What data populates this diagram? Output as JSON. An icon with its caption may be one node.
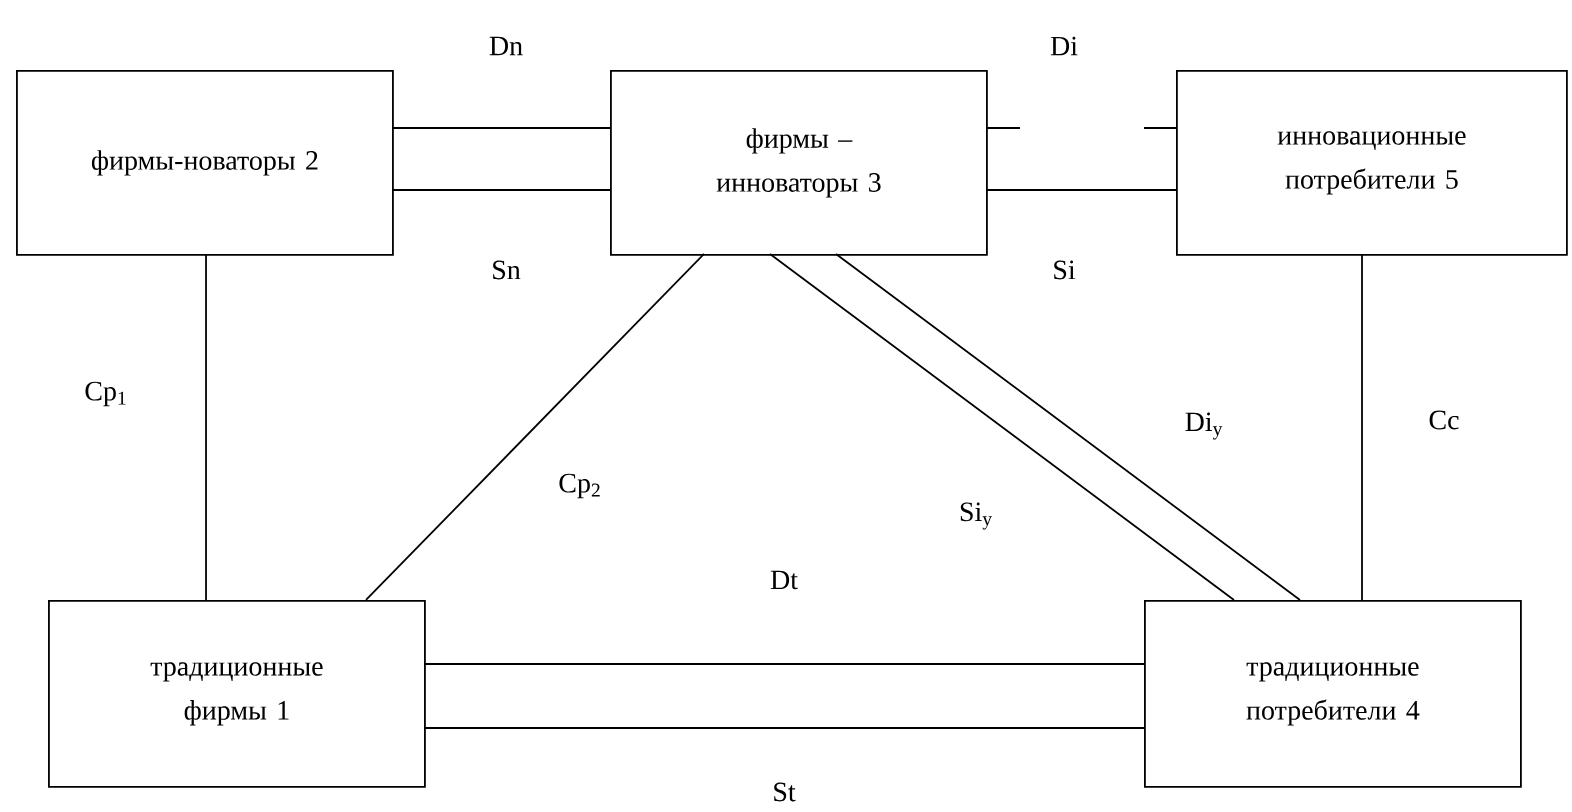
{
  "diagram": {
    "nodes": [
      {
        "text": [
          "фирмы-новаторы 2"
        ]
      },
      {
        "text": [
          "фирмы – инноваторы 3"
        ]
      },
      {
        "text": [
          "инновационные потребители 5"
        ]
      },
      {
        "text": [
          "традиционные фирмы 1"
        ]
      },
      {
        "text": [
          "традиционные потребители 4"
        ]
      }
    ],
    "edges": [
      {
        "from": 0,
        "to": 1,
        "arrow": "none",
        "label": "Dn"
      },
      {
        "from": 0,
        "to": 1,
        "arrow": "none",
        "label": "Sn"
      },
      {
        "from": 1,
        "to": 2,
        "arrow": "none",
        "label": "Di",
        "style": "dashed"
      },
      {
        "from": 1,
        "to": 2,
        "arrow": "none",
        "label": "Si"
      },
      {
        "from": 0,
        "to": 3,
        "arrow": "none",
        "label": "Cp$_{1}$"
      },
      {
        "from": 1,
        "to": 3,
        "arrow": "none",
        "label": "Cp$_{2}$"
      },
      {
        "from": 1,
        "to": 4,
        "arrow": "none",
        "label": "Di$_{у}$"
      },
      {
        "from": 1,
        "to": 4,
        "arrow": "none",
        "label": "Si$_{у}$"
      },
      {
        "from": 2,
        "to": 4,
        "arrow": "none",
        "label": "Cc"
      },
      {
        "from": 3,
        "to": 4,
        "arrow": "none",
        "label": "Dt"
      },
      {
        "from": 3,
        "to": 4,
        "arrow": "none",
        "label": "St"
      }
    ]
  }
}
